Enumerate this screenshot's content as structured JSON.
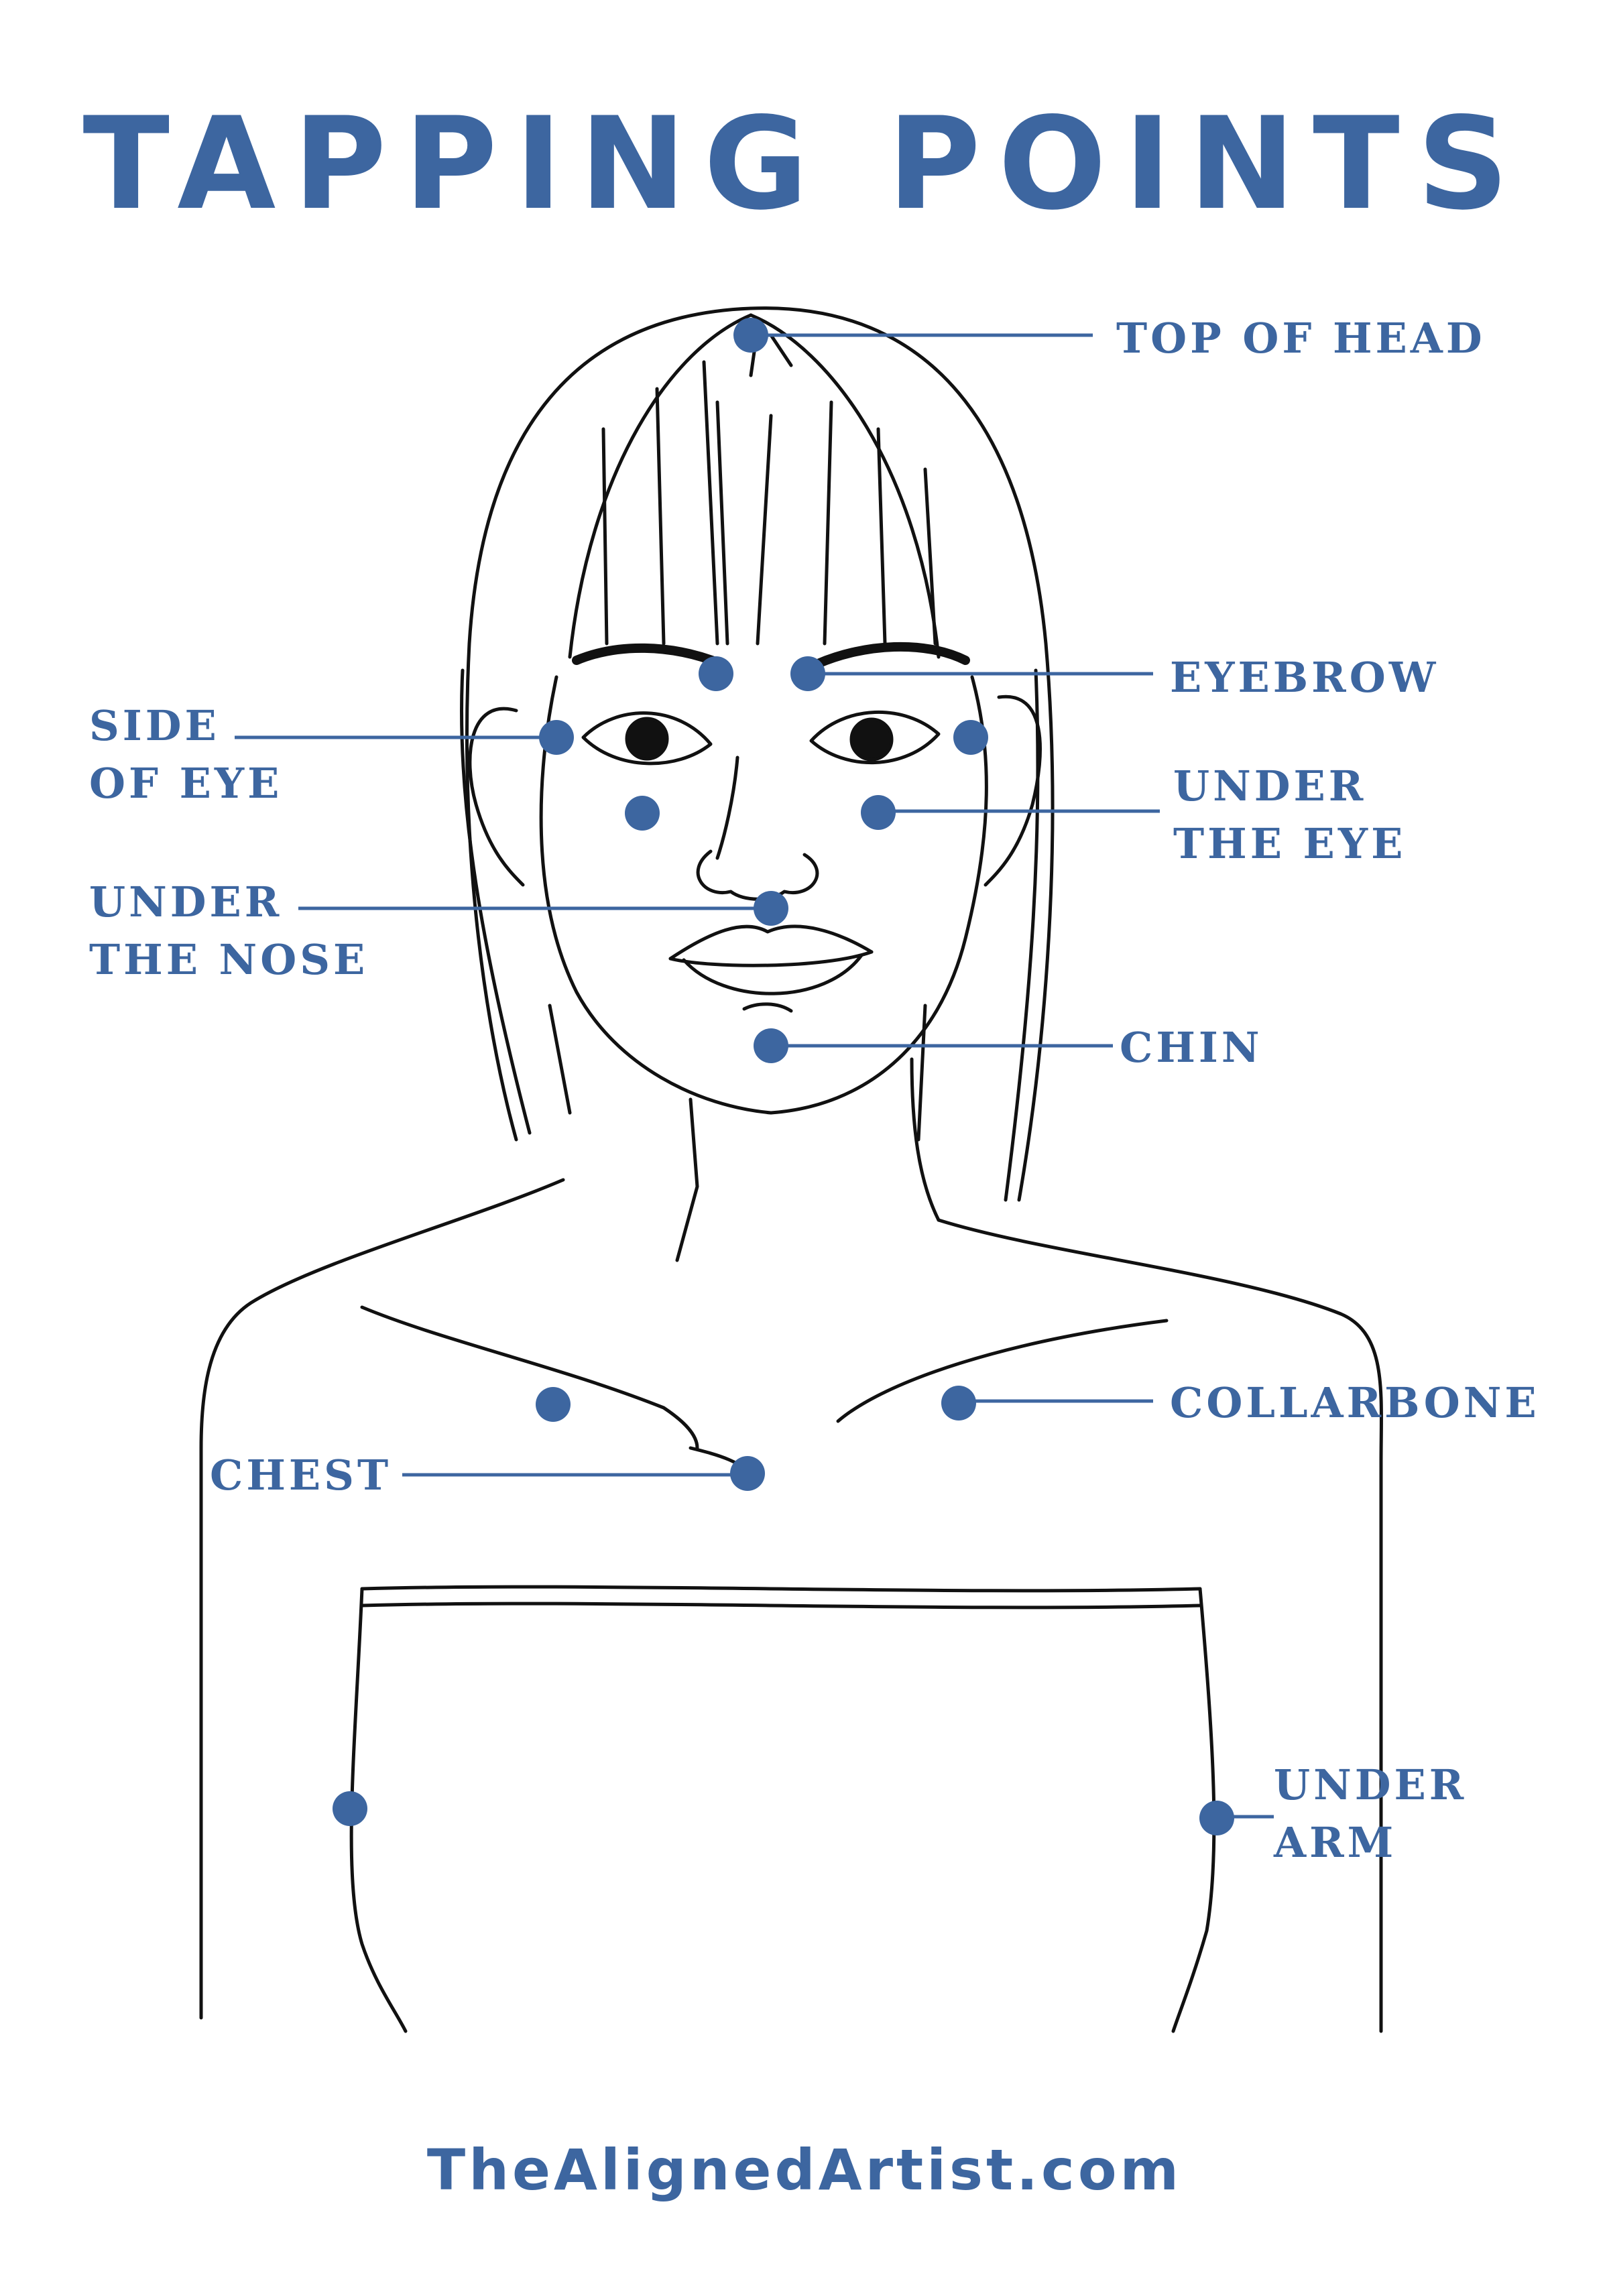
{
  "title": "TAPPING POINTS",
  "footer": "TheAlignedArtist.com",
  "colors": {
    "accent": "#3d66a0",
    "ink": "#111111",
    "background": "#ffffff"
  },
  "labels": {
    "top_of_head": "TOP OF HEAD",
    "eyebrow": "EYEBROW",
    "side_of_eye_1": "SIDE",
    "side_of_eye_2": "OF EYE",
    "under_the_eye_1": "UNDER",
    "under_the_eye_2": "THE EYE",
    "under_the_nose_1": "UNDER",
    "under_the_nose_2": "THE NOSE",
    "chin": "CHIN",
    "collarbone": "COLLARBONE",
    "chest": "CHEST",
    "under_arm_1": "UNDER",
    "under_arm_2": "ARM"
  }
}
